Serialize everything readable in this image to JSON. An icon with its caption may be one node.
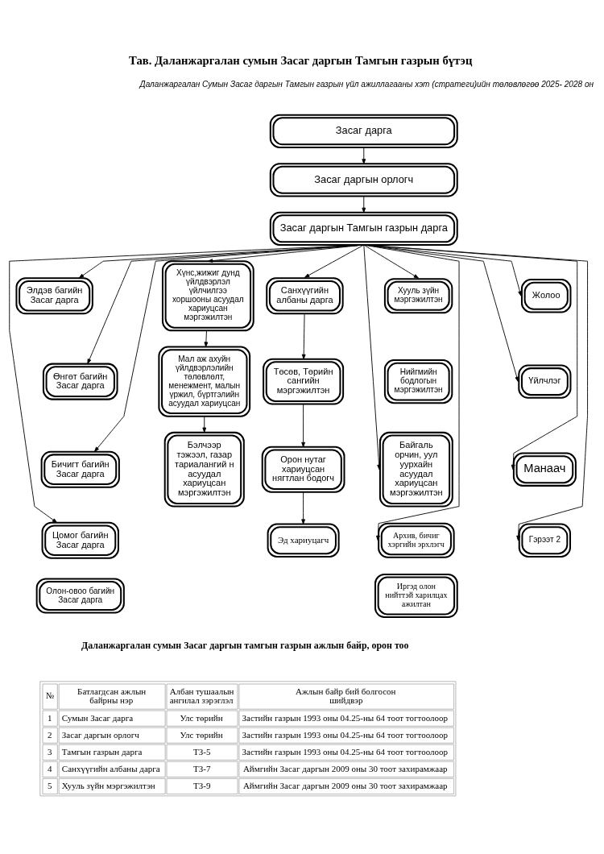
{
  "diagram": {
    "title": "Тав. Даланжаргалан сумын Засаг даргын Тамгын газрын бүтэц",
    "nodes": [
      {
        "text": [
          "Засаг дарга"
        ]
      },
      {
        "text": [
          "Засаг даргын орлогч"
        ]
      },
      {
        "text": [
          "Засаг даргын Тамгын газрын дарга"
        ]
      },
      {
        "text": [
          "Элдэв багийн Засаг дарга"
        ]
      },
      {
        "text": [
          "Өнгөт багийн Засаг дарга"
        ]
      },
      {
        "text": [
          "Бичигт багийн Засаг дарга"
        ]
      },
      {
        "text": [
          "Цомог багийн Засаг дарга"
        ]
      },
      {
        "text": [
          "Олон-овоо багийн Засаг дарга"
        ]
      },
      {
        "text": [
          "Хүнс,жижиг дунд үйлдвэрлэл үйлчилгээ хоршооны асуудал хариуцсан мэргэжилтэн"
        ]
      },
      {
        "text": [
          "Мал аж ахуйн үйлдвэрлэлийн төлөвлөлт, менежмент, малын үржил, бүртгэлийн асуудал хариуцсан"
        ]
      },
      {
        "text": [
          "Бэлчээр тэжээл, газар тариалангий н асуудал хариуцсан мэргэжилтэн"
        ]
      },
      {
        "text": [
          "Санхүүгийн албаны дарга"
        ]
      },
      {
        "text": [
          "Төсөв, Төрийн сангийн мэргэжилтэн"
        ]
      },
      {
        "text": [
          "Орон нутаг хариуцсан нягтлан бодогч"
        ]
      },
      {
        "text": [
          "Эд хариуцагч"
        ]
      },
      {
        "text": [
          "Хууль зүйн мэргэжилтэн"
        ]
      },
      {
        "text": [
          "Нийгмийн бодлогын мэргэжилтэн"
        ]
      },
      {
        "text": [
          "Байгаль орчин, уул уурхайн асуудал хариуцсан мэргэжилтэн"
        ]
      },
      {
        "text": [
          "Архив, бичиг хэргийн эрхлэгч"
        ]
      },
      {
        "text": [
          "Иргэд олон нийттэй харилцах ажилтан"
        ]
      },
      {
        "text": [
          "Жолоо"
        ]
      },
      {
        "text": [
          "Үйлчлэг"
        ]
      },
      {
        "text": [
          "Манаач"
        ]
      },
      {
        "text": [
          "Гэрээт 2"
        ]
      }
    ],
    "edges": [
      {
        "from": 0,
        "to": 1,
        "arrow": "to"
      },
      {
        "from": 1,
        "to": 2,
        "arrow": "to"
      },
      {
        "from": 2,
        "to": 3,
        "arrow": "to"
      },
      {
        "from": 2,
        "to": 4,
        "arrow": "to"
      },
      {
        "from": 2,
        "to": 5,
        "arrow": "to"
      },
      {
        "from": 2,
        "to": 6,
        "arrow": "to"
      },
      {
        "from": 2,
        "to": 8,
        "arrow": "to"
      },
      {
        "from": 8,
        "to": 9,
        "arrow": "to"
      },
      {
        "from": 9,
        "to": 10,
        "arrow": "to"
      },
      {
        "from": 2,
        "to": 11,
        "arrow": "to"
      },
      {
        "from": 11,
        "to": 12,
        "arrow": "to"
      },
      {
        "from": 12,
        "to": 13,
        "arrow": "to"
      },
      {
        "from": 13,
        "to": 14,
        "arrow": "to"
      },
      {
        "from": 2,
        "to": 15,
        "arrow": "to"
      },
      {
        "from": 2,
        "to": 17,
        "arrow": "to"
      },
      {
        "from": 2,
        "to": 18,
        "arrow": "to"
      },
      {
        "from": 2,
        "to": 20,
        "arrow": "to"
      },
      {
        "from": 2,
        "to": 21,
        "arrow": "to"
      },
      {
        "from": 2,
        "to": 22,
        "arrow": "to"
      },
      {
        "from": 2,
        "to": 23,
        "arrow": "to"
      }
    ],
    "labels": [
      "Даланжаргалан Сумын Засаг даргын Тамгын газрын үйл ажиллагааны хэт (стратеги)ийн төлөвлөгөө 2025- 2028 он",
      "Даланжаргалан сумын Засаг даргын тамгын газрын ажлын байр, орон тоо",
      "№",
      "Батлагдсан ажлын байрны нэр",
      "Албан тушаалын ангилал зэрэглэл",
      "Ажлын байр бий болгосон шийдвэр",
      "1",
      "Сумын Засаг дарга",
      "Улс төрийн",
      "Застийн газрын 1993 оны 04.25-ны 64 тоот тогтоолоор",
      "2",
      "Засаг даргын орлогч",
      "Улс төрийн",
      "Застийн газрын 1993 оны 04.25-ны 64 тоот тогтоолоор",
      "3",
      "Тамгын газрын дарга",
      "ТЗ-5",
      "Застийн газрын 1993 оны 04.25-ны 64 тоот тогтоолоор",
      "4",
      "Санхүүгийн албаны дарга",
      "ТЗ-7",
      "Аймгийн Засаг даргын 2009 оны 30 тоот захирамжаар",
      "5",
      "Хууль зүйн мэргэжилтэн",
      "ТЗ-9",
      "Аймгийн Засаг даргын 2009 оны 30 тоот захирамжаар"
    ]
  }
}
